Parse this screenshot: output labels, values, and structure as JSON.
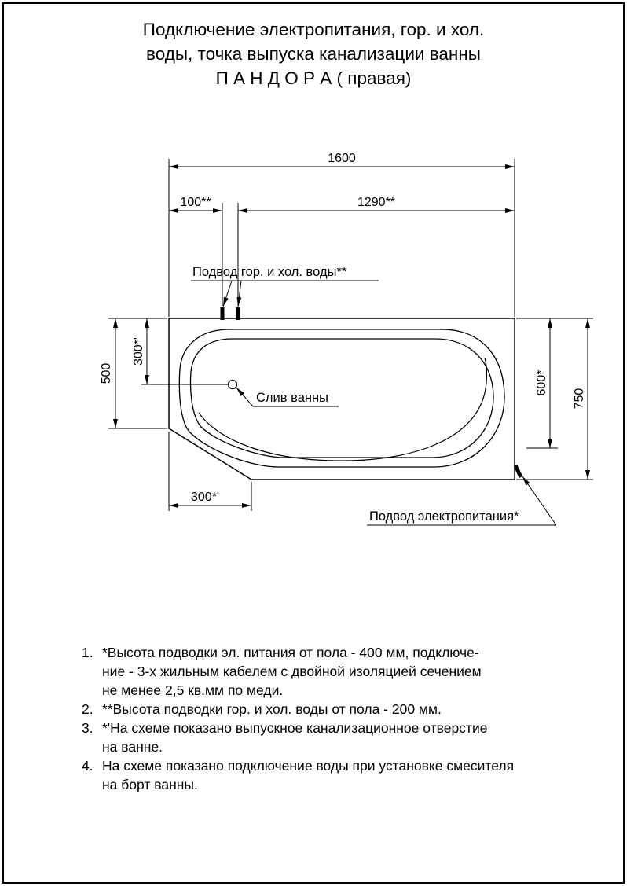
{
  "title": {
    "line1": "Подключение электропитания, гор. и хол.",
    "line2": "воды, точка выпуска канализации ванны",
    "line3": "П А Н Д О Р А ( правая)"
  },
  "diagram": {
    "dimensions": {
      "overall_width": "1600",
      "water_offset": "100**",
      "water_span": "1290**",
      "left_height": "500",
      "drain_from_top": "300*'",
      "power_from_top": "600*",
      "right_height": "750",
      "drain_from_left": "300*'"
    },
    "labels": {
      "water_supply": "Подвод гор. и хол. воды**",
      "drain": "Слив ванны",
      "power_supply": "Подвод электропитания*"
    }
  },
  "notes": {
    "items": [
      {
        "num": "1.",
        "text": "*Высота подводки эл. питания от пола - 400 мм, подключе-\nние - 3-х жильным кабелем с двойной изоляцией сечением\nне менее 2,5 кв.мм по меди."
      },
      {
        "num": "2.",
        "text": "**Высота подводки гор. и хол. воды от пола - 200 мм."
      },
      {
        "num": "3.",
        "text": "*'На схеме показано выпускное канализационное отверстие\nна ванне."
      },
      {
        "num": "4.",
        "text": "На схеме показано подключение воды при установке смесителя\nна борт ванны."
      }
    ]
  }
}
